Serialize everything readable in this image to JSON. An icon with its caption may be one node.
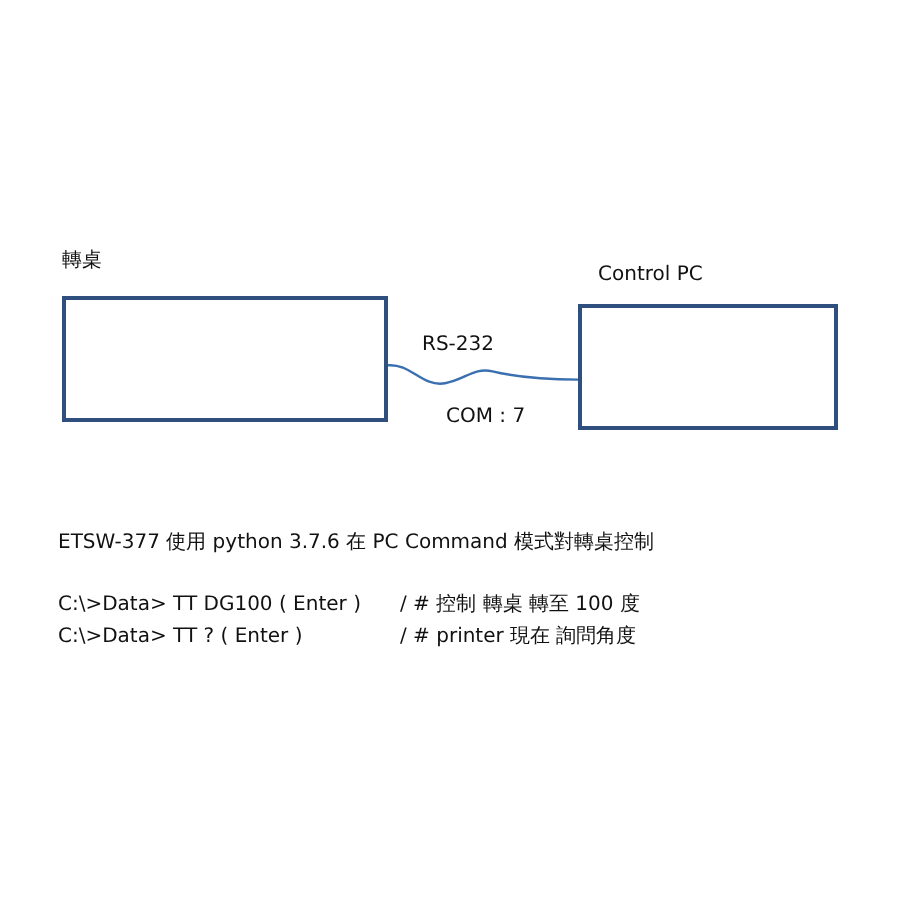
{
  "diagram": {
    "nodes": [
      {
        "text": [
          "轉桌"
        ]
      },
      {
        "text": [
          "Control PC"
        ]
      }
    ],
    "edges": [
      {
        "from": 0,
        "to": 1,
        "arrow": "none",
        "label": "RS-232"
      }
    ],
    "labels": [
      "COM : 7",
      "ETSW-377 使用 python 3.7.6 在 PC Command 模式對轉桌控制",
      "C:\\>Data> TT DG100 ( Enter )",
      "/ # 控制 轉桌 轉至 100 度",
      "C:\\>Data> TT ? ( Enter )",
      "/ # printer 現在 詢問角度"
    ]
  }
}
